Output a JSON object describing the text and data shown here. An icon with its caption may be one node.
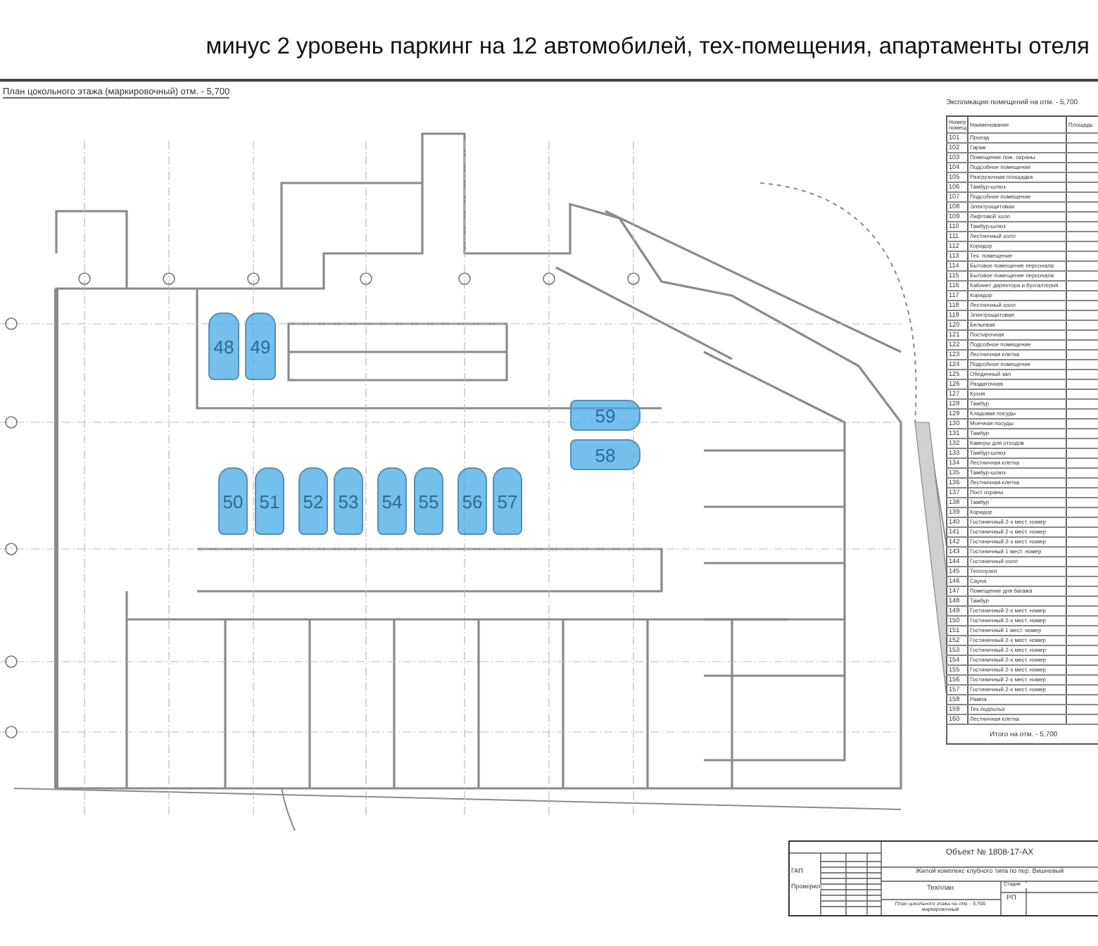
{
  "diagram": {
    "title": "минус 2 уровень паркинг на 12 автомобилей, тех-помещения, апартаменты отеля",
    "nodes": [
      {
        "text": [
          "48"
        ]
      },
      {
        "text": [
          "49"
        ]
      },
      {
        "text": [
          "50"
        ]
      },
      {
        "text": [
          "51"
        ]
      },
      {
        "text": [
          "52"
        ]
      },
      {
        "text": [
          "53"
        ]
      },
      {
        "text": [
          "54"
        ]
      },
      {
        "text": [
          "55"
        ]
      },
      {
        "text": [
          "56"
        ]
      },
      {
        "text": [
          "57"
        ]
      },
      {
        "text": [
          "59"
        ]
      },
      {
        "text": [
          "58"
        ]
      }
    ],
    "labels": [
      "План цокольного этажа (маркировочный) отм. - 5,700",
      "Экспликация помещений на отм. - 5,700",
      "Номер помещ.",
      "Наименование",
      "Площадь",
      "101",
      "Проезд",
      "102",
      "Гараж",
      "103",
      "Помещение пож. охраны",
      "104",
      "Подсобное помещение",
      "105",
      "Разгрузочная площадка",
      "106",
      "Тамбур-шлюз",
      "107",
      "Подсобное помещение",
      "108",
      "Электрощитовая",
      "109",
      "Лифтовой холл",
      "110",
      "Тамбур-шлюз",
      "111",
      "Лестничный холл",
      "112",
      "Коридор",
      "113",
      "Тех. помещение",
      "114",
      "Бытовое помещение персонала",
      "115",
      "Бытовое помещение персонала",
      "116",
      "Кабинет директора и бухгалтерия",
      "117",
      "Коридор",
      "118",
      "Лестничный холл",
      "119",
      "Электрощитовая",
      "120",
      "Бельевая",
      "121",
      "Постирочная",
      "122",
      "Подсобное помещение",
      "123",
      "Лестничная клетка",
      "124",
      "Подсобное помещение",
      "125",
      "Обеденный зал",
      "126",
      "Раздаточная",
      "127",
      "Кухня",
      "128",
      "Тамбур",
      "129",
      "Кладовая посуды",
      "130",
      "Моечная посуды",
      "131",
      "Тамбур",
      "132",
      "Камеры для отходов",
      "133",
      "Тамбур-шлюз",
      "134",
      "Лестничная клетка",
      "135",
      "Тамбур-шлюз",
      "136",
      "Лестничная клетка",
      "137",
      "Пост охраны",
      "138",
      "Тамбур",
      "139",
      "Коридор",
      "140",
      "Гостиничный 2-х мест. номер",
      "141",
      "Гостиничный 2-х мест. номер",
      "142",
      "Гостиничный 2-х мест. номер",
      "143",
      "Гостиничный 1 мест. номер",
      "144",
      "Гостиничный холл",
      "145",
      "Теплоузел",
      "146",
      "Сауна",
      "147",
      "Помещение для багажа",
      "148",
      "Тамбур",
      "149",
      "Гостиничный 2-х мест. номер",
      "150",
      "Гостиничный 2-х мест. номер",
      "151",
      "Гостиничный 1 мест. номер",
      "152",
      "Гостиничный 2-х мест. номер",
      "153",
      "Гостиничный 2-х мест. номер",
      "154",
      "Гостиничный 2-х мест. номер",
      "155",
      "Гостиничный 2-х мест. номер",
      "156",
      "Гостиничный 2-х мест. номер",
      "157",
      "Гостиничный 2-х мест. номер",
      "158",
      "Рампа",
      "159",
      "Тех.подполье",
      "160",
      "Лестничная клетка",
      "Итого на отм. - 5,700",
      "Объект № 1808-17-АХ",
      "Жилой комплекс клубного типа по пер. Вишневый",
      "Техплан",
      "Стадия",
      "РП",
      "План цокольного этажа на отм. - 5,700 маркировочный",
      "ГАП",
      "Проверил"
    ]
  }
}
